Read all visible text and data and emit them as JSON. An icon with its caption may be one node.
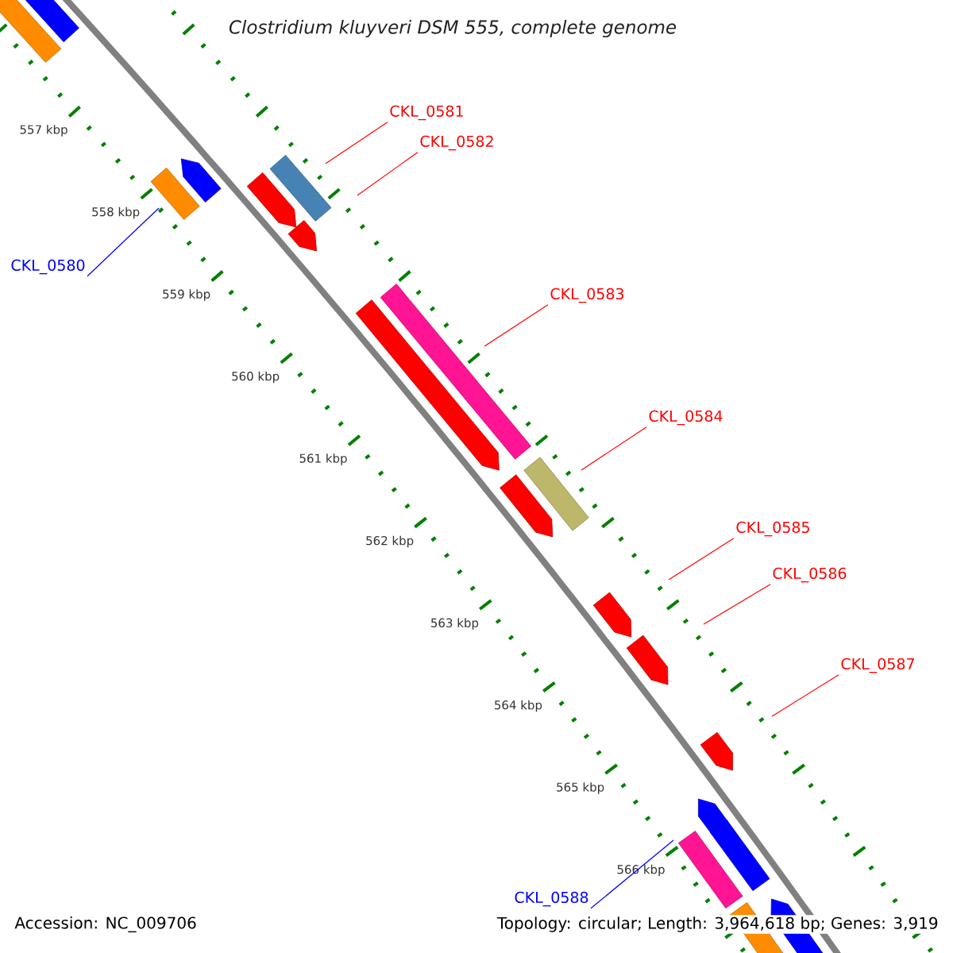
{
  "diagram": {
    "title": "*Clostridium kluyveri* DSM 555, complete genome",
    "nodes": [
      {
        "text": [
          "CKL_0581"
        ]
      },
      {
        "text": [
          "CKL_0582"
        ]
      },
      {
        "text": [
          "CKL_0580"
        ]
      },
      {
        "text": [
          "CKL_0583"
        ]
      },
      {
        "text": [
          "CKL_0584"
        ]
      },
      {
        "text": [
          "CKL_0585"
        ]
      },
      {
        "text": [
          "CKL_0586"
        ]
      },
      {
        "text": [
          "CKL_0587"
        ]
      },
      {
        "text": [
          "CKL_0588"
        ]
      }
    ],
    "edges": [
      {
        "from": 0,
        "to": null,
        "arrow": "none"
      },
      {
        "from": 1,
        "to": null,
        "arrow": "none"
      },
      {
        "from": 2,
        "to": null,
        "arrow": "none",
        "color": "#0000ff"
      },
      {
        "from": 3,
        "to": null,
        "arrow": "none"
      },
      {
        "from": 4,
        "to": null,
        "arrow": "none"
      },
      {
        "from": 5,
        "to": null,
        "arrow": "none"
      },
      {
        "from": 6,
        "to": null,
        "arrow": "none"
      },
      {
        "from": 7,
        "to": null,
        "arrow": "none"
      },
      {
        "from": 8,
        "to": null,
        "arrow": "none",
        "color": "#0000ff"
      }
    ],
    "labels": [
      "557 kbp",
      "558 kbp",
      "559 kbp",
      "560 kbp",
      "561 kbp",
      "562 kbp",
      "563 kbp",
      "564 kbp",
      "565 kbp",
      "566 kbp",
      "Accession: NC_009706",
      "Topology: circular; Length: 3,964,618 bp; Genes: 3,919"
    ]
  }
}
